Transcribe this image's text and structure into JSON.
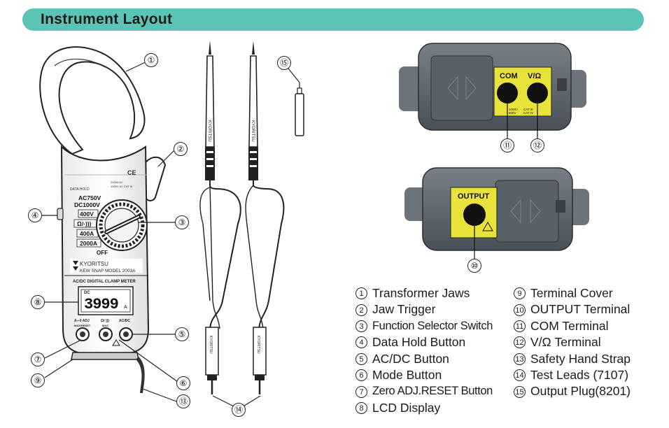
{
  "header": {
    "title": "Instrument Layout"
  },
  "meter": {
    "dc_badge": "DC",
    "display_value": "3999",
    "display_unit": "A",
    "brand": "KYORITSU",
    "model": "KEW SNAP MODEL 2003A",
    "product": "AC/DC DIGITAL CLAMP METER",
    "data_hold": "DATA HOLD",
    "ranges": [
      "AC750V",
      "DC1000V",
      "400V",
      "Ω/·)))",
      "400A",
      "2000A"
    ],
    "off_label": "OFF",
    "btn_zero": "A∼0 ADJ",
    "btn_zero_sub": "MAX/RESET",
    "btn_mode": "Ω/·)))",
    "btn_mode_sub": "MAX",
    "btn_acdc": "AC/DC",
    "ce_mark": "CE",
    "spec1": "2000A AC",
    "spec2": "1000V AC CAT III"
  },
  "lead_brand": "KYORITSU",
  "terminals": {
    "com": "COM",
    "v": "V/Ω",
    "rating1": "1000V",
    "rating2": "600V",
    "cat1": "CAT III",
    "cat2": "CAT IV",
    "output": "OUTPUT"
  },
  "callouts": [
    "①",
    "②",
    "③",
    "④",
    "⑤",
    "⑥",
    "⑦",
    "⑧",
    "⑨",
    "⑩",
    "⑪",
    "⑫",
    "⑬",
    "⑭",
    "⑮"
  ],
  "legend_left": [
    {
      "num": "1",
      "text": "Transformer Jaws"
    },
    {
      "num": "2",
      "text": "Jaw Trigger"
    },
    {
      "num": "3",
      "text": "Function Selector Switch"
    },
    {
      "num": "4",
      "text": "Data Hold Button"
    },
    {
      "num": "5",
      "text": "AC/DC Button"
    },
    {
      "num": "6",
      "text": "Mode Button"
    },
    {
      "num": "7",
      "text": "Zero ADJ.RESET Button"
    },
    {
      "num": "8",
      "text": "LCD Display"
    }
  ],
  "legend_right": [
    {
      "num": "9",
      "text": "Terminal Cover"
    },
    {
      "num": "10",
      "text": "OUTPUT Terminal"
    },
    {
      "num": "11",
      "text": "COM Terminal"
    },
    {
      "num": "12",
      "text": "V/Ω Terminal"
    },
    {
      "num": "13",
      "text": "Safety Hand Strap"
    },
    {
      "num": "14",
      "text": "Test Leads (7107)"
    },
    {
      "num": "15",
      "text": "Output Plug(8201)"
    }
  ],
  "colors": {
    "banner": "#5bc4b4",
    "terminal_yellow": "#e8e23a",
    "body_gray": "#5b6168"
  }
}
